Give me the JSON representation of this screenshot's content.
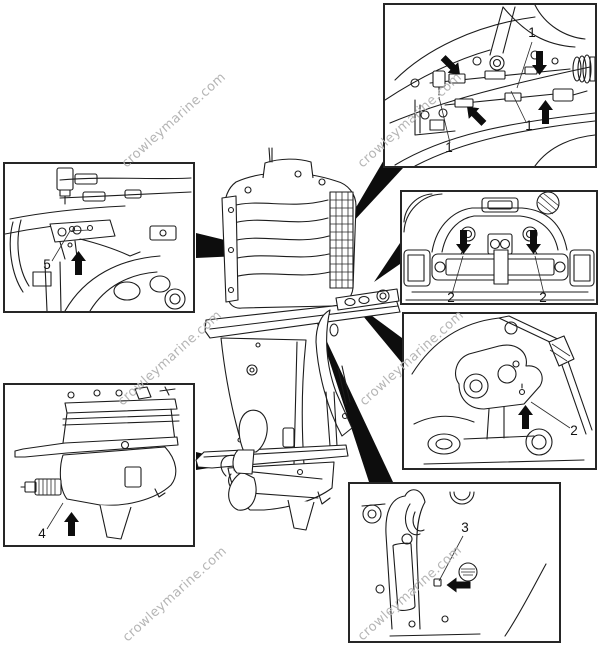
{
  "watermark": {
    "text": "crowleymarine.com",
    "color": "#b5b5b5"
  },
  "callouts": {
    "top_right": {
      "name": "cable-ends-detail",
      "labels": [
        "1",
        "1",
        "1"
      ]
    },
    "mid_right": {
      "name": "mount-bracket-detail",
      "labels": [
        "2",
        "2"
      ]
    },
    "lower_right": {
      "name": "swivel-lever-detail",
      "labels": [
        "2"
      ]
    },
    "bottom": {
      "name": "housing-bolt-detail",
      "labels": [
        "3"
      ]
    },
    "left": {
      "name": "linkage-detail",
      "labels": [
        "5"
      ]
    },
    "bottom_left": {
      "name": "propeller-shaft-detail",
      "labels": [
        "4"
      ]
    }
  },
  "colors": {
    "line": "#1c1c1c",
    "arrow": "#0d0d0d",
    "background": "#ffffff"
  }
}
